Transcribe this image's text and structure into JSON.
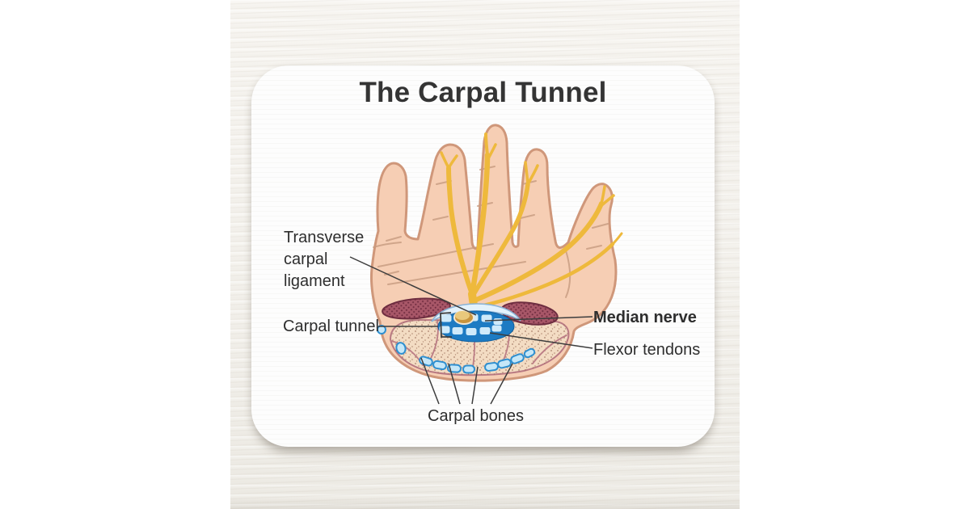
{
  "diagram": {
    "title": "The Carpal Tunnel",
    "labels": {
      "transverse_carpal_ligament": "Transverse\ncarpal\nligament",
      "carpal_tunnel": "Carpal tunnel",
      "median_nerve": "Median nerve",
      "flexor_tendons": "Flexor tendons",
      "carpal_bones": "Carpal bones"
    }
  },
  "colors": {
    "skin": "#f6ceb4",
    "skin_outline": "#cf977a",
    "nerve_yellow": "#eeb93c",
    "muscle": "#a85768",
    "muscle_dark": "#6e2d40",
    "tunnel_blue": "#1d7bc3",
    "tendon_light_blue": "#cfeafa",
    "bone_fill": "#c5e7f8",
    "bone_outline": "#2e8fd0",
    "median_nerve_gold": "#e9c87c",
    "label_text": "#2e2e2e",
    "pad_surface": "#fdfdfd",
    "background": "#f5f3ee"
  }
}
